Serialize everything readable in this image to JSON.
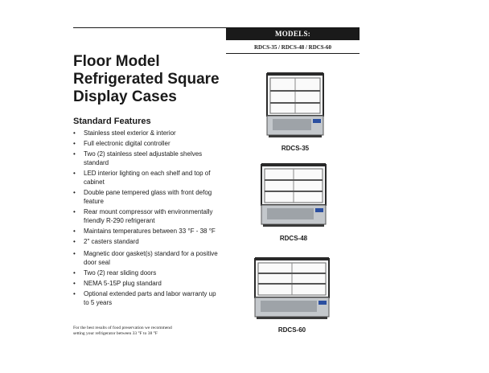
{
  "header": {
    "models_title": "MODELS:",
    "models_list": "RDCS-35 / RDCS-48 / RDCS-60"
  },
  "title": {
    "lines": [
      "Floor Model",
      "Refrigerated Square",
      "Display Cases"
    ]
  },
  "standard_features": {
    "heading": "Standard Features",
    "items": [
      "Stainless steel exterior & interior",
      "Full electronic digital controller",
      "Two (2)  stainless steel adjustable shelves standard",
      "LED interior lighting on each shelf and top of cabinet",
      "Double pane tempered glass with front defog feature",
      "Rear mount compressor with environmentally friendly R-290 refrigerant",
      "Maintains temperatures between 33 °F - 38 °F",
      "2\" casters standard",
      "Magnetic door gasket(s) standard for a positive door seal",
      "Two (2) rear sliding doors",
      "NEMA 5-15P plug standard",
      "Optional extended parts and labor warranty up to 5 years"
    ]
  },
  "footnote": {
    "line1": "For the best results of food preservation we recommend",
    "line2": "setting your refrigerator between 33 °F to 38 °F"
  },
  "products": [
    {
      "label": "RDCS-35"
    },
    {
      "label": "RDCS-48"
    },
    {
      "label": "RDCS-60"
    }
  ],
  "colors": {
    "bar": "#1a1a1a",
    "text": "#1a1a1a",
    "steel": "#b8bcc0",
    "badge": "#2b4fa0"
  }
}
